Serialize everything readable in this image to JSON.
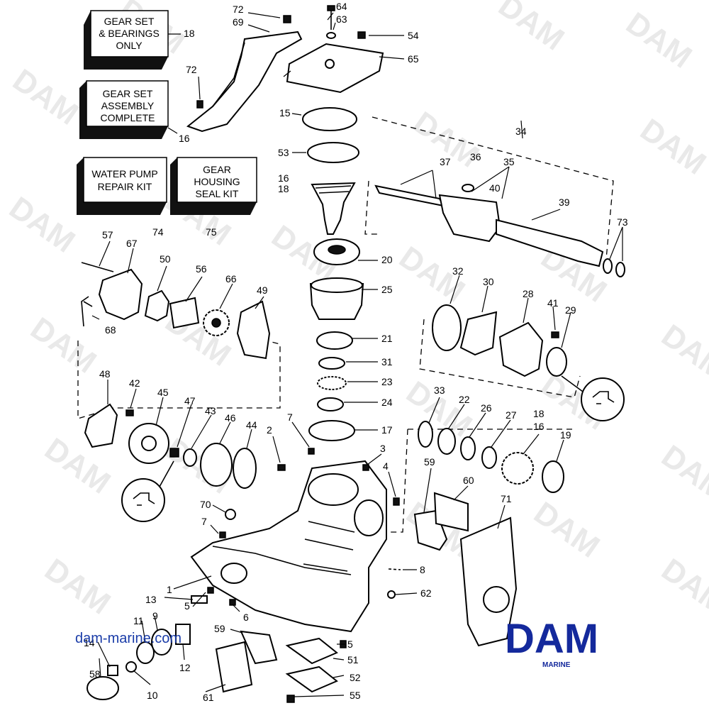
{
  "watermark": "DAM",
  "kits": [
    {
      "lines": [
        "GEAR SET",
        "& BEARINGS",
        "ONLY"
      ],
      "ref": "18"
    },
    {
      "lines": [
        "GEAR SET",
        "ASSEMBLY",
        "COMPLETE"
      ],
      "ref": "16"
    },
    {
      "lines": [
        "WATER PUMP",
        "REPAIR KIT"
      ],
      "ref": "74"
    },
    {
      "lines": [
        "GEAR",
        "HOUSING",
        "SEAL KIT"
      ],
      "ref": "75"
    }
  ],
  "callouts": [
    "72",
    "69",
    "64",
    "63",
    "54",
    "65",
    "18",
    "72",
    "16",
    "15",
    "53",
    "16",
    "18",
    "34",
    "37",
    "36",
    "35",
    "40",
    "39",
    "73",
    "74",
    "75",
    "57",
    "67",
    "50",
    "56",
    "66",
    "49",
    "68",
    "20",
    "25",
    "21",
    "31",
    "23",
    "24",
    "17",
    "32",
    "30",
    "28",
    "41",
    "29",
    "48",
    "42",
    "45",
    "47",
    "43",
    "46",
    "44",
    "2",
    "7",
    "3",
    "4",
    "33",
    "22",
    "26",
    "27",
    "18",
    "16",
    "19",
    "59",
    "60",
    "71",
    "70",
    "7",
    "8",
    "62",
    "1",
    "13",
    "5",
    "6",
    "11",
    "9",
    "14",
    "59",
    "58",
    "10",
    "12",
    "61",
    "5",
    "51",
    "52",
    "55"
  ],
  "website": "dam-marine.com",
  "logo": {
    "main": "DAM",
    "sub": "MARINE",
    "color": "#14299c"
  }
}
